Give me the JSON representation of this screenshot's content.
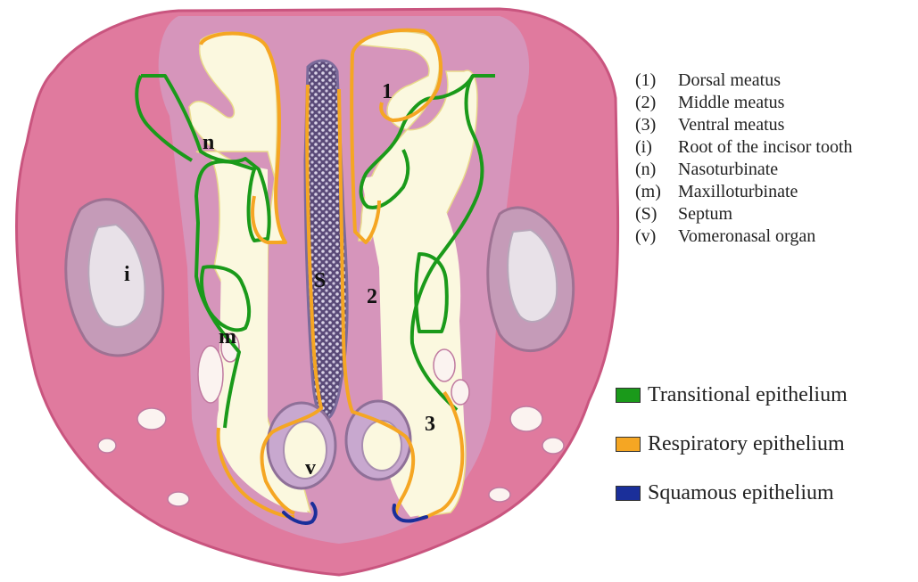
{
  "image_labels": {
    "dorsal": "1",
    "middle": "2",
    "ventral": "3",
    "incisor": "i",
    "nasoturbinate": "n",
    "maxilloturbinate": "m",
    "septum": "S",
    "vomeronasal": "v"
  },
  "abbreviations": [
    {
      "code": "(1)",
      "text": "Dorsal meatus"
    },
    {
      "code": "(2)",
      "text": "Middle meatus"
    },
    {
      "code": "(3)",
      "text": "Ventral meatus"
    },
    {
      "code": "(i)",
      "text": "Root of the incisor tooth"
    },
    {
      "code": "(n)",
      "text": "Nasoturbinate"
    },
    {
      "code": "(m)",
      "text": "Maxilloturbinate"
    },
    {
      "code": "(S)",
      "text": "Septum"
    },
    {
      "code": "(v)",
      "text": "Vomeronasal organ"
    }
  ],
  "legend": [
    {
      "label": "Transitional epithelium",
      "color": "#1a9a1a"
    },
    {
      "label": "Respiratory epithelium",
      "color": "#f5a623"
    },
    {
      "label": "Squamous epithelium",
      "color": "#1a2f9a"
    }
  ],
  "colors": {
    "tissue": "#e07a9e",
    "tissue_dark": "#c9557f",
    "lumen": "#fbf8df",
    "septum": "#6e5a8e",
    "mucosa": "#b79ac4"
  }
}
